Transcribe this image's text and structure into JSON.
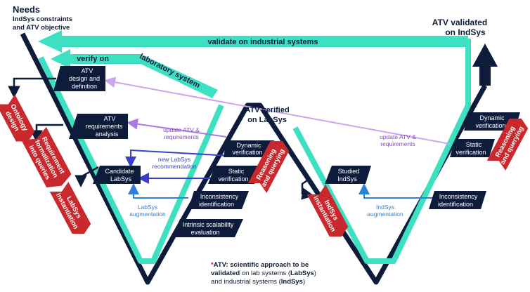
{
  "needs_title": "Needs",
  "needs_sub1": "IndSys constraints",
  "needs_sub2": "and ATV objective",
  "atv_validated_1": "ATV validated",
  "atv_validated_2": "on IndSys",
  "atv_verified_1": "ATV verified",
  "atv_verified_2": "on LabSys",
  "validate_label": "validate on industrial systems",
  "verify_label_1": "verify on",
  "verify_label_2": "laboratory system",
  "boxes": {
    "atv_design_1": "ATV",
    "atv_design_2": "design and",
    "atv_design_3": "definition",
    "atv_req_1": "ATV",
    "atv_req_2": "requirements",
    "atv_req_3": "analysis",
    "candidate_1": "Candidate",
    "candidate_2": "LabSys",
    "dyn1_1": "Dynamic",
    "dyn1_2": "verification",
    "stat1_1": "Static",
    "stat1_2": "verification",
    "incons1_1": "Inconsistency",
    "incons1_2": "identification",
    "intrinsic_1": "Intrinsic scalability",
    "intrinsic_2": "evaluation",
    "studied_1": "Studied",
    "studied_2": "IndSys",
    "dyn2_1": "Dynamic",
    "dyn2_2": "verification",
    "stat2_1": "Static",
    "stat2_2": "verification",
    "incons2_1": "Inconsistency",
    "incons2_2": "identification"
  },
  "red_tags": {
    "ontology_1": "Ontology",
    "ontology_2": "design",
    "reqform_1": "Requirement",
    "reqform_2": "formalization",
    "reqform_3": "into queries",
    "labsys_1": "LabSys",
    "labsys_2": "instantiation",
    "reason1_1": "Reasoning",
    "reason1_2": "and querying",
    "indsys_1": "IndSys",
    "indsys_2": "instantiation",
    "reason2_1": "Reasoning",
    "reason2_2": "and querying"
  },
  "feedback": {
    "update1_1": "update ATV &",
    "update1_2": "requirements",
    "update2_1": "update ATV &",
    "update2_2": "requirements",
    "newlab_1": "new LabSys",
    "newlab_2": "recommendation",
    "labaug1_1": "LabSys",
    "labaug1_2": "augmentation",
    "indaug_1": "IndSys",
    "indaug_2": "augmentation"
  },
  "note": {
    "star": "*",
    "part1": "ATV: scientific approach to be",
    "part2": "validated",
    "part3": " on lab systems (",
    "part4": "LabSys",
    "part5": ")",
    "part6": "and industrial systems (",
    "part7": "IndSys",
    "part8": ")"
  },
  "colors": {
    "navy": "#0c1c3a",
    "teal": "#3de0c0",
    "red": "#c9282d",
    "purple": "#8e44d6",
    "light_purple": "#c9a5f0",
    "blue": "#2e7fd6",
    "indigo": "#3b3fc8"
  }
}
